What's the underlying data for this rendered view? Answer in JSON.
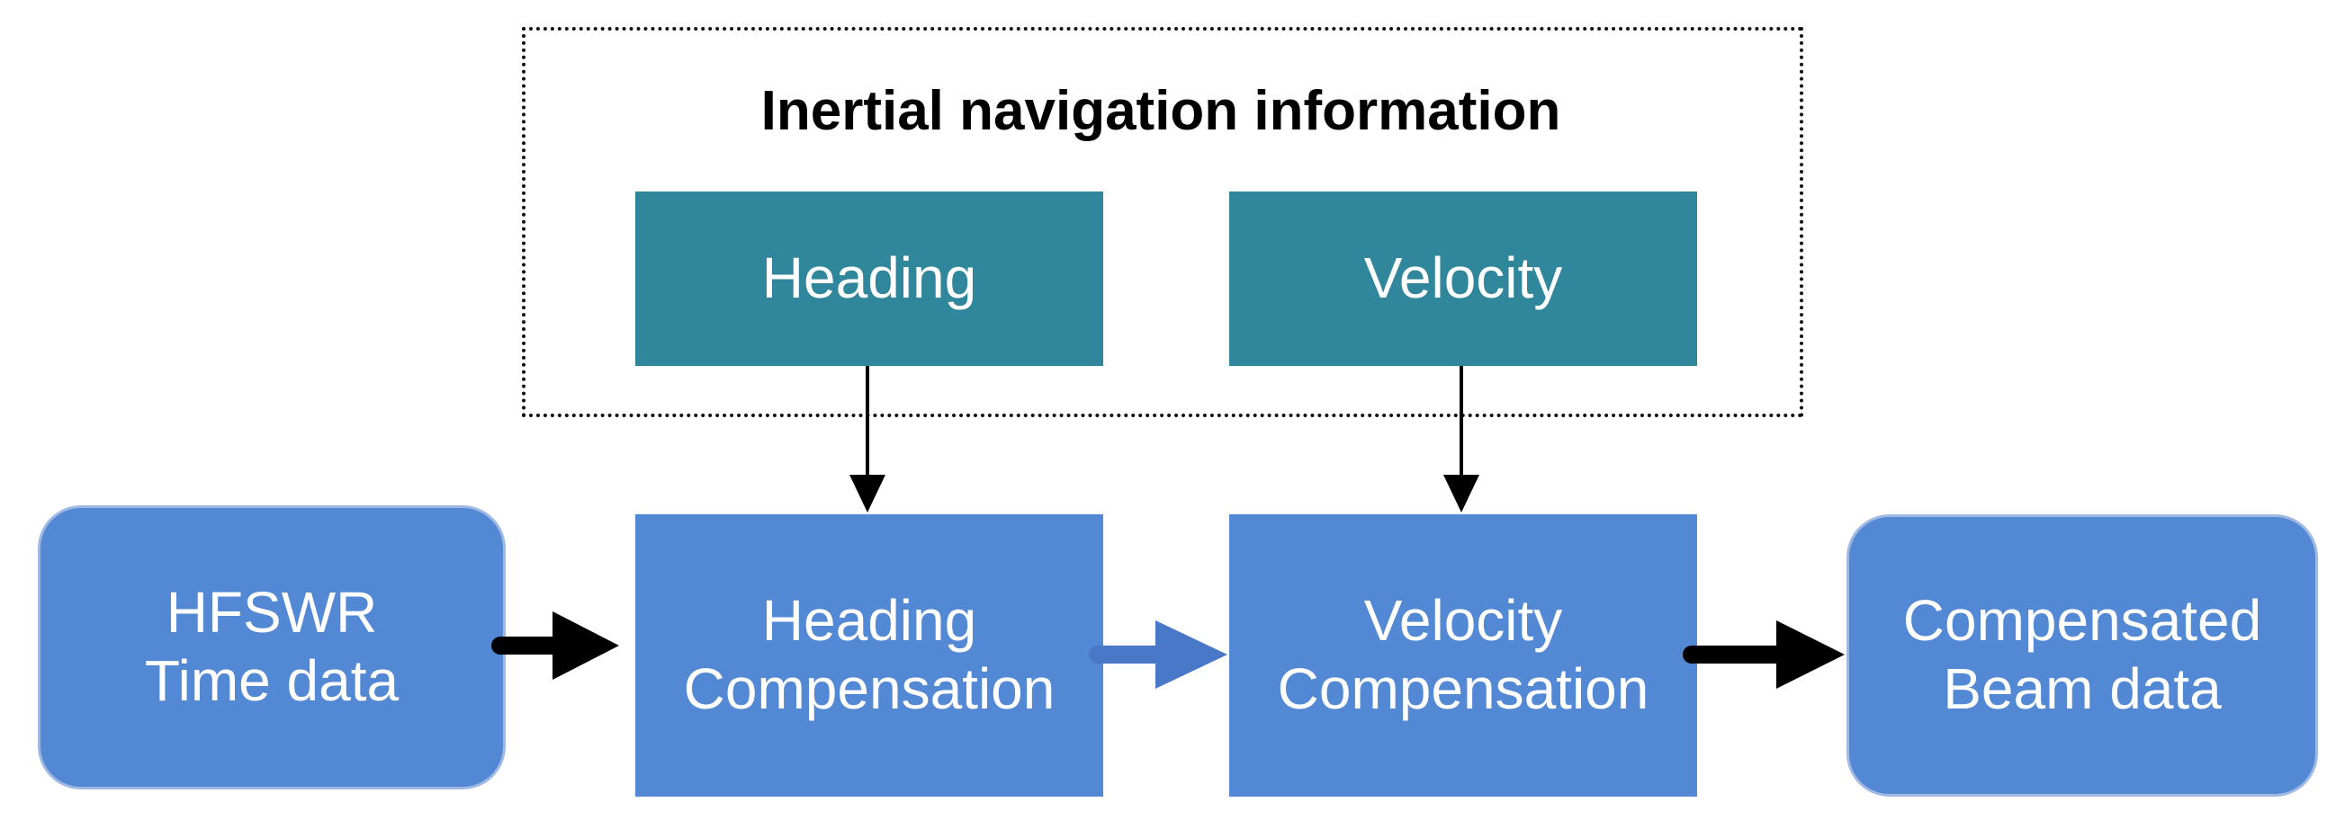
{
  "group": {
    "title": "Inertial navigation information"
  },
  "nodes": {
    "heading": "Heading",
    "velocity": "Velocity",
    "hfswr": {
      "line1": "HFSWR",
      "line2": "Time data"
    },
    "heading_comp": {
      "line1": "Heading",
      "line2": "Compensation"
    },
    "velocity_comp": {
      "line1": "Velocity",
      "line2": "Compensation"
    },
    "compensated": {
      "line1": "Compensated",
      "line2": "Beam data"
    }
  },
  "colors": {
    "top_box": "#30869a",
    "mid_box": "#5388d5",
    "mid_arrow": "#4a78c8",
    "arrow": "#000000"
  }
}
